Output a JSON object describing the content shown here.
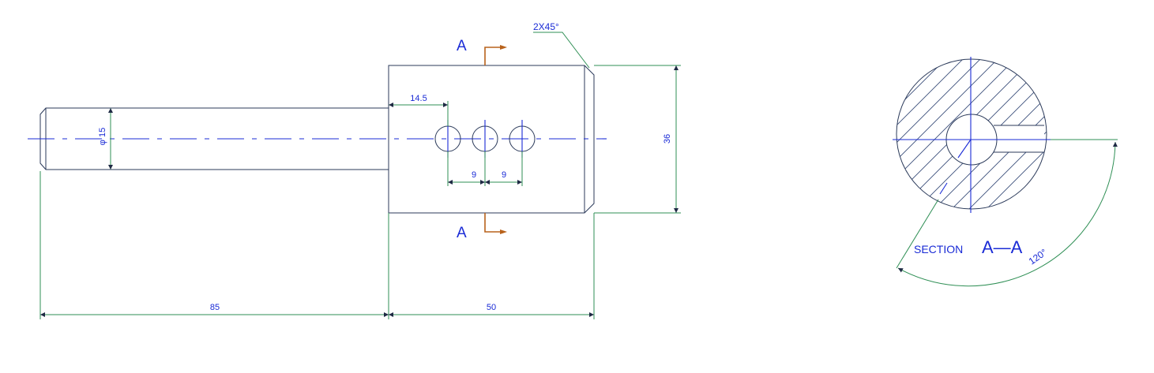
{
  "drawing": {
    "dim_length_shaft": "85",
    "dim_length_block": "50",
    "dim_height_block": "36",
    "dim_diameter_shaft": "φ 15",
    "dim_hole_offset": "14.5",
    "dim_hole_pitch_1": "9",
    "dim_hole_pitch_2": "9",
    "chamfer_note": "2X45°",
    "section_marker_top": "A",
    "section_marker_bottom": "A",
    "section_title_word": "SECTION",
    "section_title_id": "A—A",
    "angle_label": "120°"
  },
  "colors": {
    "geometry": "#2b3a5a",
    "dimension": "#2f8f55",
    "centerline": "#1a2bd6",
    "section_arrow": "#b8621b"
  }
}
